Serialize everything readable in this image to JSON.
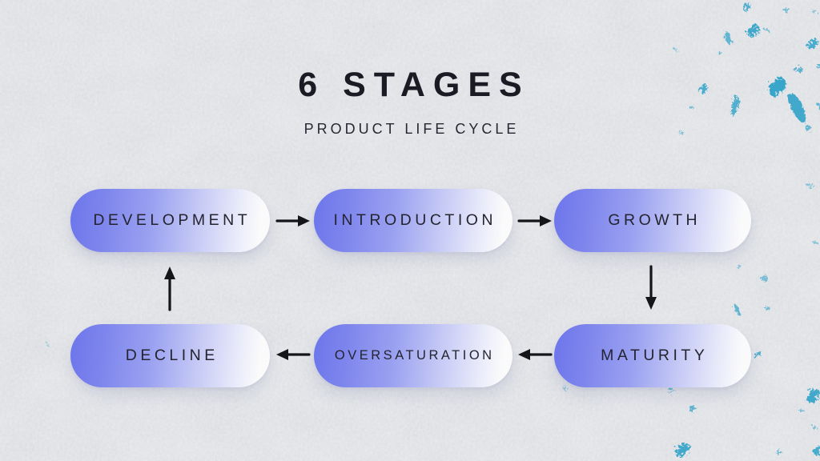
{
  "page": {
    "title": "6 STAGES",
    "subtitle": "PRODUCT LIFE CYCLE"
  },
  "colors": {
    "background": "#e4e6e9",
    "pill_gradient_start": "#6b74ee",
    "pill_gradient_end": "#ffffff",
    "pill_text": "#20202b",
    "title_text": "#16161f",
    "arrow": "#101014",
    "paint_splatter": "#2ba3cb"
  },
  "diagram": {
    "stages": [
      {
        "id": "development",
        "label": "DEVELOPMENT",
        "row": 1,
        "col": 1
      },
      {
        "id": "introduction",
        "label": "INTRODUCTION",
        "row": 1,
        "col": 2
      },
      {
        "id": "growth",
        "label": "GROWTH",
        "row": 1,
        "col": 3
      },
      {
        "id": "maturity",
        "label": "MATURITY",
        "row": 2,
        "col": 3
      },
      {
        "id": "oversaturation",
        "label": "OVERSATURATION",
        "row": 2,
        "col": 2
      },
      {
        "id": "decline",
        "label": "DECLINE",
        "row": 2,
        "col": 1
      }
    ],
    "arrows": [
      {
        "from": "development",
        "to": "introduction",
        "direction": "right"
      },
      {
        "from": "introduction",
        "to": "growth",
        "direction": "right"
      },
      {
        "from": "growth",
        "to": "maturity",
        "direction": "down"
      },
      {
        "from": "maturity",
        "to": "oversaturation",
        "direction": "left"
      },
      {
        "from": "oversaturation",
        "to": "decline",
        "direction": "left"
      },
      {
        "from": "decline",
        "to": "development",
        "direction": "up"
      }
    ]
  }
}
